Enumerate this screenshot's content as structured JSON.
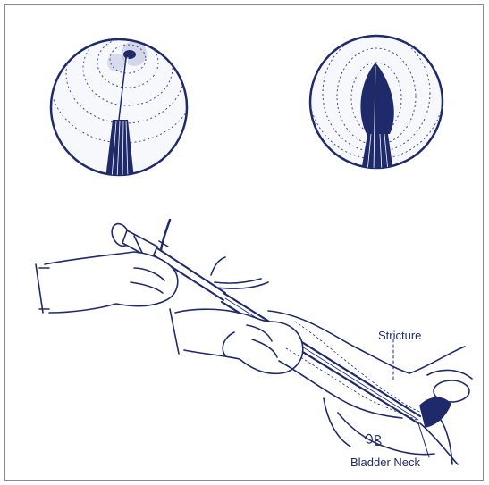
{
  "labels": {
    "stricture": "Stricture",
    "bladder_neck": "Bladder Neck"
  },
  "signature": "JB",
  "colors": {
    "ink": "#1f2a6b",
    "ink_light": "#3a4a9a",
    "frame": "#8a8a8a",
    "background": "#ffffff"
  }
}
